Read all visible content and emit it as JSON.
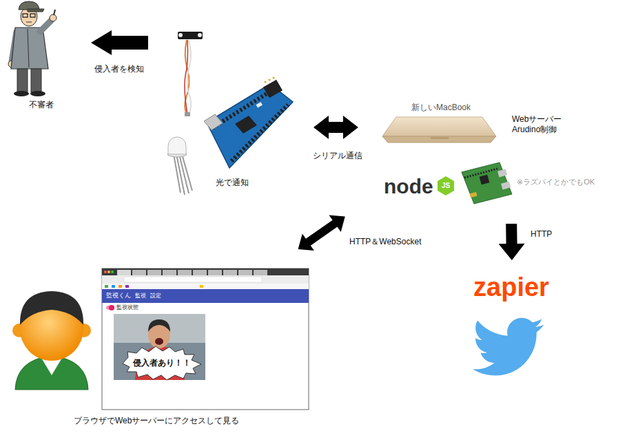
{
  "diagram": {
    "nodes": [
      {
        "text": [
          "不審者"
        ]
      },
      {
        "text": [
          "光で通知"
        ]
      },
      {
        "text": [
          "新しいMacBook",
          "Webサーバー Arudino制御",
          "※ラズパイとかでもOK"
        ]
      },
      {
        "text": [
          "ブラウザでWebサーバーにアクセスして見る"
        ]
      },
      {
        "text": [
          "zapier"
        ]
      }
    ],
    "edges": [
      {
        "from": 1,
        "to": 0,
        "arrow": "to",
        "label": "侵入者を検知"
      },
      {
        "from": 1,
        "to": 2,
        "arrow": "both",
        "label": "シリアル通信"
      },
      {
        "from": 3,
        "to": 2,
        "arrow": "both",
        "label": "HTTP＆WebSocket"
      },
      {
        "from": 2,
        "to": 4,
        "arrow": "to",
        "label": "HTTP"
      }
    ],
    "labels": [
      "node",
      "JS",
      "監視くん",
      "監視",
      "設定",
      "監視状態",
      "侵入者あり！！"
    ]
  }
}
